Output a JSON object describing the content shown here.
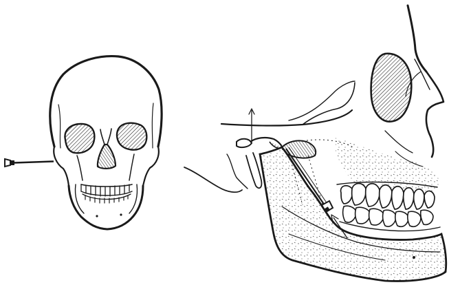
{
  "figure": {
    "background": "#ffffff",
    "ink_color": "#1a1a1a",
    "panels": [
      {
        "id": "frontal-view",
        "subject": "skull",
        "instrument": "needle"
      },
      {
        "id": "lateral-view",
        "subject": "skull",
        "instrument": "needle"
      }
    ]
  }
}
